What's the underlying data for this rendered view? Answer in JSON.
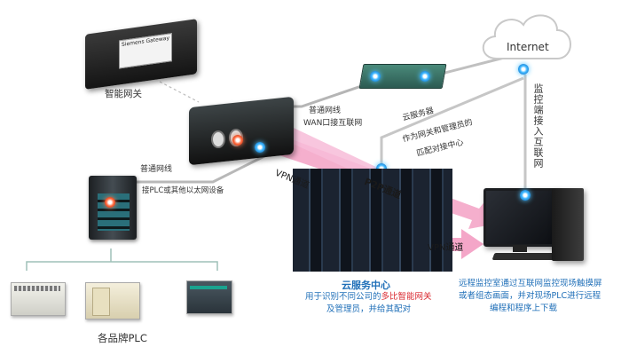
{
  "devices": {
    "gateway_label": "智能网关",
    "gateway_sticker": "Siemens Gateway",
    "plc_caption": "各品牌PLC",
    "internet": "Internet"
  },
  "labels": {
    "normal_network_top": "普通网线",
    "wan_port": "WAN口接互联网",
    "normal_network_left": "普通网线",
    "plc_connect": "接PLC或其他以太网设备",
    "cloud_server_title": "云服务器",
    "cloud_server_role_1": "作为网关和管理员的",
    "cloud_server_role_2": "匹配对接中心",
    "monitor_internet": "监控端接入互联网"
  },
  "channels": {
    "vpn_left": "VPN通道",
    "p2p": "P2P通道",
    "vpn_right": "VPN通道"
  },
  "service_center": {
    "title": "云服务中心",
    "desc_1_prefix": "用于识别不同公司的",
    "desc_1_highlight": "多比智能网关",
    "desc_2": "及管理员，并给其配对"
  },
  "remote": {
    "line_1": "远程监控室通过互联网监控现场触摸屏",
    "line_2": "或者组态画面，并对现场PLC进行远程",
    "line_3": "编程和程序上下载"
  },
  "colors": {
    "accent_blue": "#1f6fb8",
    "arrow_pink": "#f4a6c8",
    "connector_grey": "#b9b9b9"
  }
}
